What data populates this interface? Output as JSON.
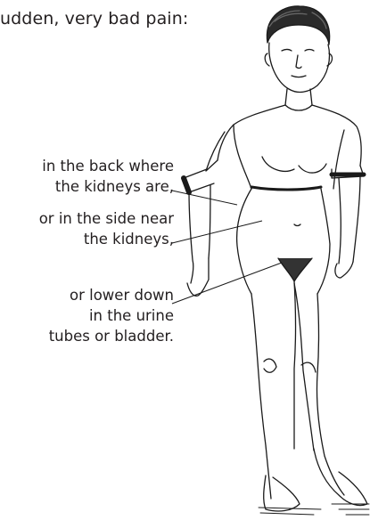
{
  "heading": "udden, very bad pain:",
  "labels": {
    "back": [
      "in the back where",
      "the kidneys are,"
    ],
    "side": [
      "or in the side near",
      "the kidneys,"
    ],
    "lower": [
      "or lower down",
      "in the urine",
      "tubes or bladder."
    ]
  }
}
